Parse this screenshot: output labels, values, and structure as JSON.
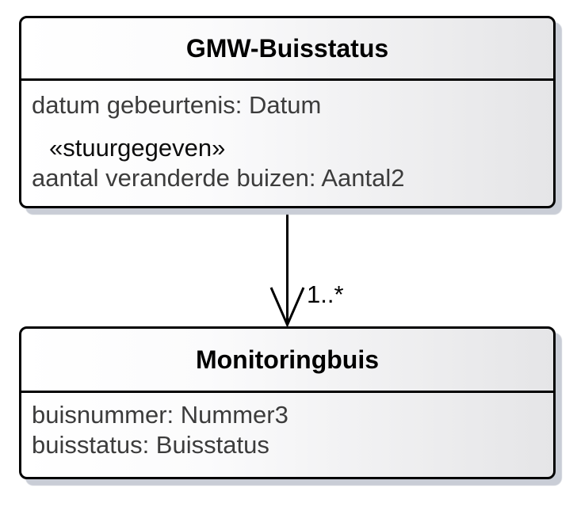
{
  "diagram_title": "UML class diagram GMW-Buisstatus / Monitoringbuis",
  "colors": {
    "background": "#ffffff",
    "box_border": "#000000",
    "box_fill_left": "#ffffff",
    "box_fill_right": "#e5e5e7",
    "drop_shadow": "#c9cdd6",
    "title_text": "#000000",
    "attribute_text": "#3c3c3c",
    "stereotype_text": "#0d0d0d",
    "connector_line": "#000000"
  },
  "classes": [
    {
      "name": "GMW-Buisstatus",
      "members": [
        "datum gebeurtenis: Datum",
        "«stuurgegeven»",
        "aantal veranderde buizen: Aantal2"
      ]
    },
    {
      "name": "Monitoringbuis",
      "members": [
        "buisnummer: Nummer3",
        "buisstatus: Buisstatus"
      ]
    }
  ],
  "connector": {
    "type": "directed-association",
    "from": "GMW-Buisstatus",
    "to": "Monitoringbuis",
    "multiplicity": "1..*"
  }
}
